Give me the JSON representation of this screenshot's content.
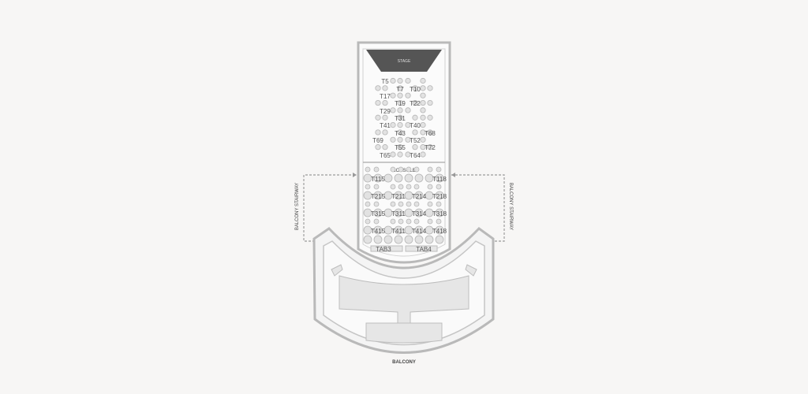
{
  "stage_label": "STAGE",
  "console_label": "CONSOLE",
  "balcony_label": "BALCONY",
  "side_label_left": "BALCONY STAIRWAY",
  "side_label_right": "BALCONY STAIRWAY",
  "upper_tables": [
    "T5",
    "T7",
    "T10",
    "T17",
    "T19",
    "T22",
    "T29",
    "T31",
    "T41",
    "T40",
    "T43",
    "T68",
    "T69",
    "T52",
    "T55",
    "T72",
    "T65",
    "T64"
  ],
  "lower_tables": [
    "T115",
    "T118",
    "T215",
    "T211",
    "T214",
    "T218",
    "T315",
    "T311",
    "T314",
    "T318",
    "T415",
    "T411",
    "T414",
    "T418"
  ],
  "tab_labels": [
    "TAB3",
    "TAB4"
  ],
  "colors": {
    "outline": "#b9b9b9",
    "stage": "#555555",
    "seat_fill": "#e2e2e2",
    "background": "#f7f6f5"
  }
}
